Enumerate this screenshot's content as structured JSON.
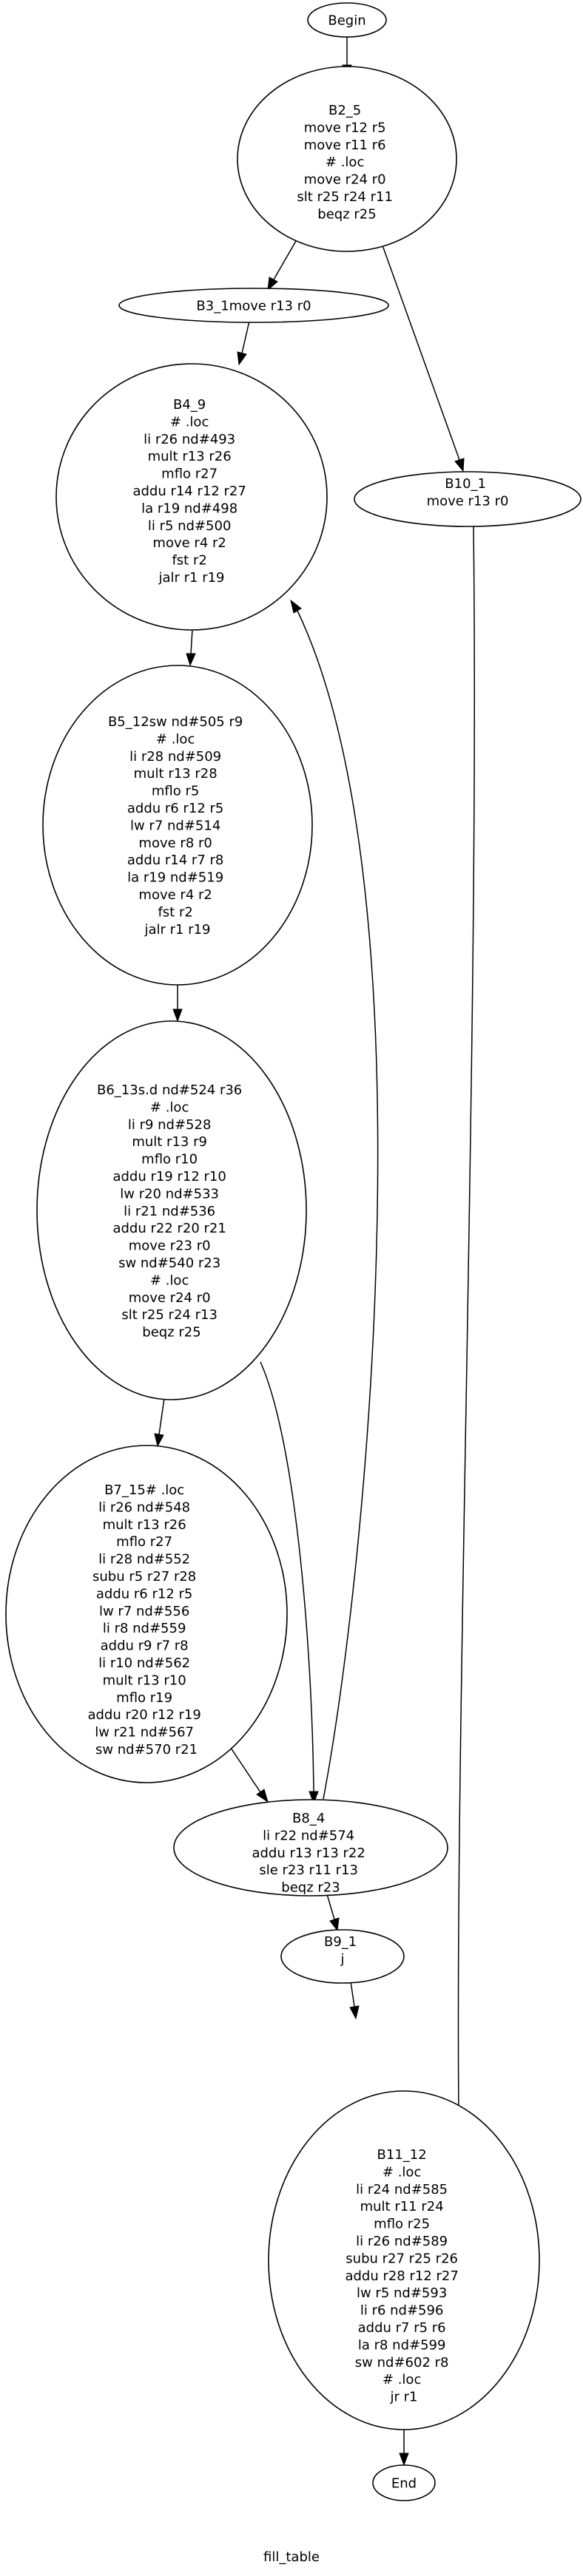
{
  "graph": {
    "caption": "fill_table",
    "nodes": [
      {
        "id": "begin",
        "lines": [
          "Begin"
        ]
      },
      {
        "id": "b2",
        "lines": [
          "B2_5",
          "move        r12   r5",
          "move        r11   r6",
          "# .loc",
          "move        r24   r0",
          "slt    r25   r24   r11",
          "beqz        r25"
        ]
      },
      {
        "id": "b3",
        "lines": [
          "B3_1move        r13   r0"
        ]
      },
      {
        "id": "b4",
        "lines": [
          "B4_9",
          "# .loc",
          "li       r26   nd#493",
          "mult r13   r26",
          "mflo r27",
          "addu        r14   r12   r27",
          "la      r19   nd#498",
          "li      r5      nd#500",
          "move        r4      r2",
          "fst     r2",
          "jalr    r1      r19"
        ]
      },
      {
        "id": "b10",
        "lines": [
          "B10_1",
          "move        r13   r0"
        ]
      },
      {
        "id": "b5",
        "lines": [
          "B5_12sw  nd#505     r9",
          "# .loc",
          "li       r28   nd#509",
          "mult r13   r28",
          "mflo r5",
          "addu        r6      r12   r5",
          "lw     r7      nd#514",
          "move        r8      r0",
          "addu        r14   r7      r8",
          "la      r19   nd#519",
          "move        r4      r2",
          "fst     r2",
          "jalr    r1      r19"
        ]
      },
      {
        "id": "b6",
        "lines": [
          "B6_13s.d  nd#524     r36",
          "# .loc",
          "li       r9      nd#528",
          "mult r13   r9",
          "mflo r10",
          "addu        r19   r12   r10",
          "lw     r20   nd#533",
          "li      r21   nd#536",
          "addu        r22   r20   r21",
          "move        r23   r0",
          "sw     nd#540     r23",
          "# .loc",
          "move        r24   r0",
          "slt    r25   r24   r13",
          "beqz        r25"
        ]
      },
      {
        "id": "b7",
        "lines": [
          "B7_15# .loc",
          "li       r26   nd#548",
          "mult r13   r26",
          "mflo r27",
          "li      r28   nd#552",
          "subu        r5      r27   r28",
          "addu        r6      r12   r5",
          "lw     r7      nd#556",
          "li      r8      nd#559",
          "addu        r9      r7      r8",
          "li      r10   nd#562",
          "mult r13   r10",
          "mflo r19",
          "addu        r20   r12   r19",
          "lw     r21   nd#567",
          "sw     nd#570     r21"
        ]
      },
      {
        "id": "b8",
        "lines": [
          "B8_4",
          "li       r22   nd#574",
          "addu        r13   r13   r22",
          "sle    r23   r11   r13",
          "beqz        r23"
        ]
      },
      {
        "id": "b9",
        "lines": [
          "B9_1",
          "j"
        ]
      },
      {
        "id": "b11",
        "lines": [
          "B11_12",
          "# .loc",
          "li       r24   nd#585",
          "mult r11   r24",
          "mflo r25",
          "li      r26   nd#589",
          "subu        r27   r25   r26",
          "addu        r28   r12   r27",
          "lw     r5      nd#593",
          "li      r6      nd#596",
          "addu        r7      r5      r6",
          "la      r8      nd#599",
          "sw     nd#602     r8",
          "# .loc",
          "jr      r1"
        ]
      },
      {
        "id": "end",
        "lines": [
          "End"
        ]
      }
    ]
  }
}
